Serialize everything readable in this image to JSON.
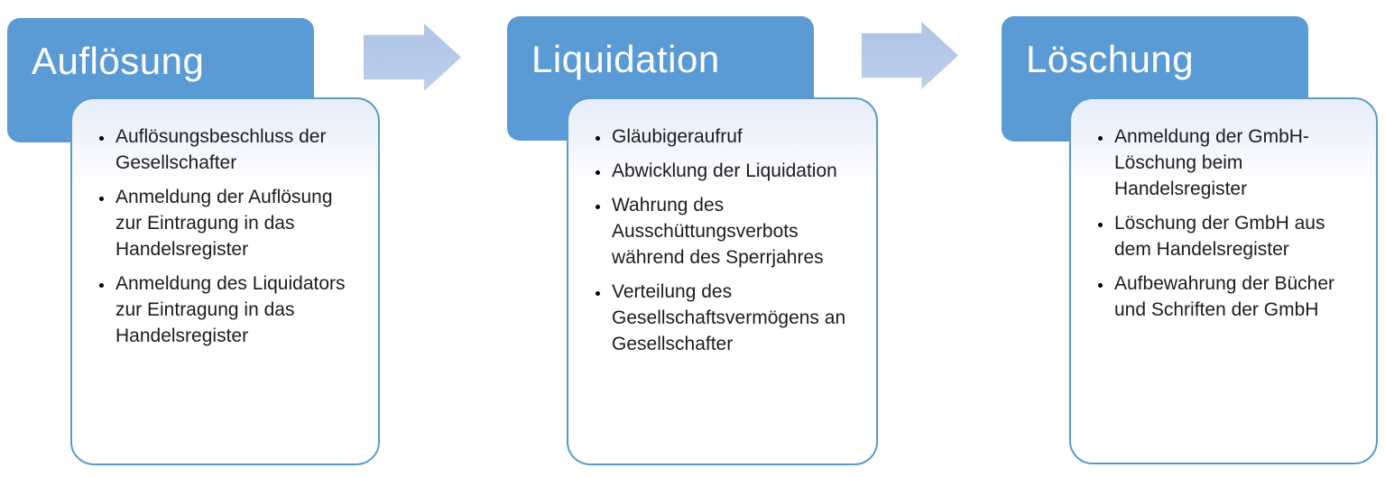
{
  "diagram": {
    "type": "process-flow",
    "stages": [
      {
        "title": "Auflösung",
        "items": [
          "Auflösungsbeschluss der Gesellschafter",
          "Anmeldung der Auflösung zur Eintragung in das Handelsregister",
          "Anmeldung des Liquidators zur Eintragung in das Handelsregister"
        ]
      },
      {
        "title": "Liquidation",
        "items": [
          "Gläubigeraufruf",
          "Abwicklung der Liquidation",
          "Wahrung des Ausschüttungsverbots während des Sperrjahres",
          "Verteilung des Gesellschaftsvermögens an Gesellschafter"
        ]
      },
      {
        "title": "Löschung",
        "items": [
          "Anmeldung der GmbH-Löschung beim Handelsregister",
          "Löschung der GmbH aus dem Handelsregister",
          "Aufbewahrung der Bücher und Schriften der GmbH"
        ]
      }
    ]
  },
  "colors": {
    "header": "#5b9bd5",
    "arrow": "#b5c9e9",
    "body_border": "#5b9ac9",
    "body_tint": "#e8eef9",
    "text": "#1c1c1c",
    "title_text": "#ffffff"
  }
}
